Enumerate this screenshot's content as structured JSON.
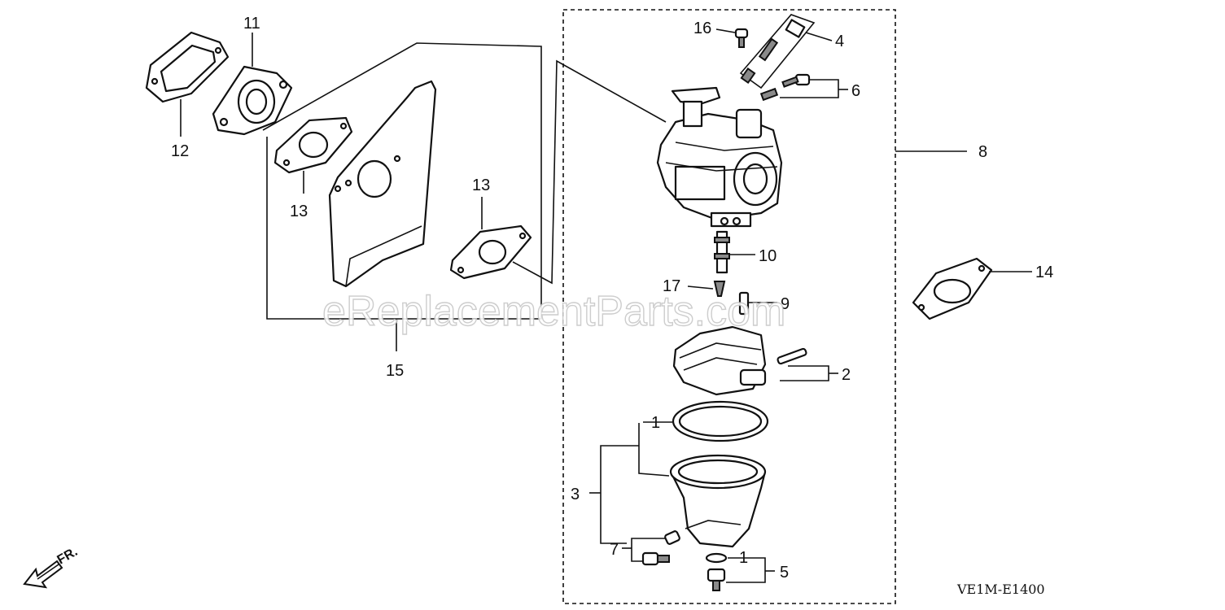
{
  "callouts": {
    "c1a": "1",
    "c1b": "1",
    "c2": "2",
    "c3": "3",
    "c4": "4",
    "c5": "5",
    "c6": "6",
    "c7": "7",
    "c8": "8",
    "c9": "9",
    "c10": "10",
    "c11": "11",
    "c12": "12",
    "c13a": "13",
    "c13b": "13",
    "c14": "14",
    "c15": "15",
    "c16": "16",
    "c17": "17"
  },
  "diagram_code": "VE1M-E1400",
  "watermark": "eReplacementParts.com",
  "direction_label": "FR.",
  "colors": {
    "ink": "#111111",
    "paper": "#ffffff",
    "watermark": "#c8c8c8"
  }
}
